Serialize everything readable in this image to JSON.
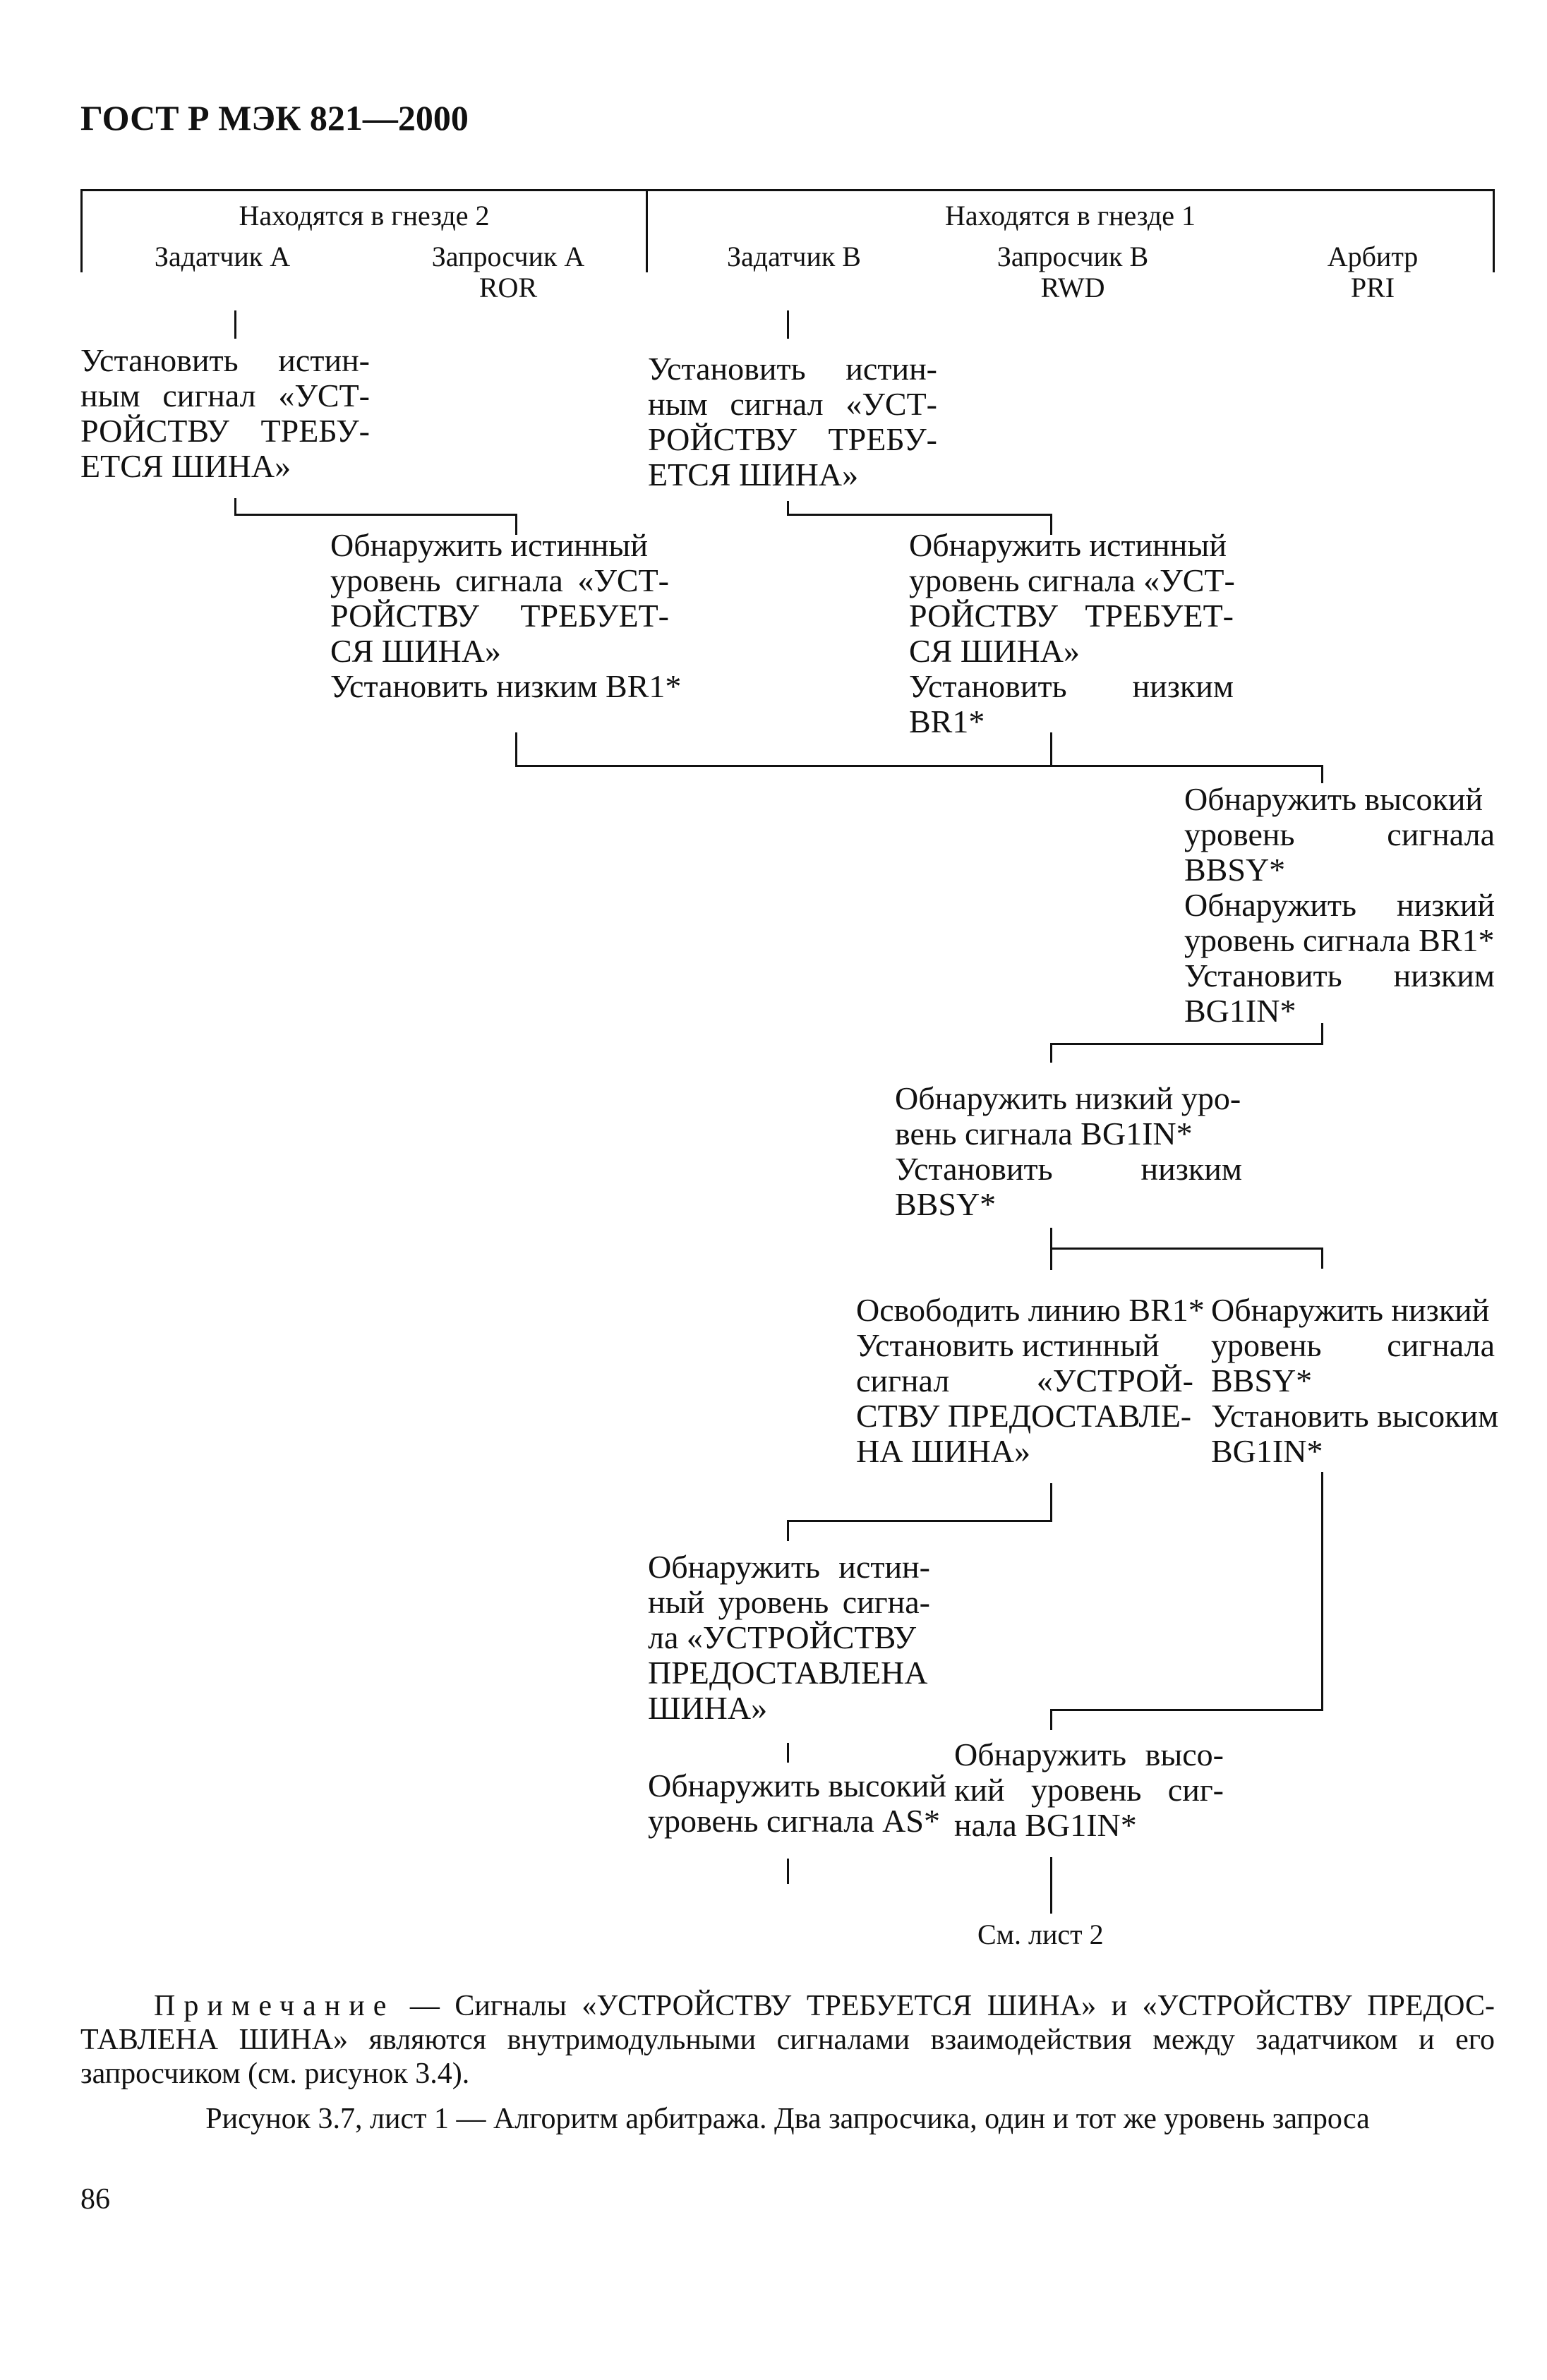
{
  "doc_header": "ГОСТ Р МЭК 821—2000",
  "table_header": {
    "group_slot2": "Находятся в гнезде 2",
    "group_slot1": "Находятся в гнезде 1",
    "col_master_a": "Задатчик А",
    "col_requester_a": "Запросчик А",
    "col_requester_a_code": "ROR",
    "col_master_b": "Задатчик В",
    "col_requester_b": "Запросчик В",
    "col_requester_b_code": "RWD",
    "col_arbiter": "Арбитр",
    "col_arbiter_code": "PRI"
  },
  "steps": {
    "a1": [
      "Установить истин-",
      "ным сигнал «УСТ-",
      "РОЙСТВУ ТРЕБУ-",
      "ЕТСЯ ШИНА»"
    ],
    "b1": [
      "Установить истин-",
      "ным сигнал «УСТ-",
      "РОЙСТВУ ТРЕБУ-",
      "ЕТСЯ ШИНА»"
    ],
    "ra1": [
      "Обнаружить истинный",
      "уровень сигнала «УСТ-",
      "РОЙСТВУ ТРЕБУЕТ-",
      "СЯ ШИНА»",
      "Установить низким BR1*"
    ],
    "rb1": [
      "Обнаружить истинный",
      "уровень сигнала «УСТ-",
      "РОЙСТВУ ТРЕБУЕТ-",
      "СЯ ШИНА»",
      "Установить низким",
      "BR1*"
    ],
    "arb1": [
      "Обнаружить высокий",
      "уровень сигнала",
      "BBSY*",
      "Обнаружить низкий",
      "уровень сигнала BR1*",
      "Установить низким",
      "BG1IN*"
    ],
    "rb2": [
      "Обнаружить низкий уро-",
      "вень сигнала BG1IN*",
      "Установить низким",
      "BBSY*"
    ],
    "rb3": [
      "Освободить линию BR1*",
      "Установить истинный",
      "сигнал «УСТРОЙ-",
      "СТВУ ПРЕДОСТАВЛЕ-",
      "НА ШИНА»"
    ],
    "arb2": [
      "Обнаружить низкий",
      "уровень сигнала",
      "BBSY*",
      "Установить высоким",
      "BG1IN*"
    ],
    "b2": [
      "Обнаружить истин-",
      "ный уровень сигна-",
      "ла «УСТРОЙСТВУ",
      "ПРЕДОСТАВЛЕНА",
      "ШИНА»"
    ],
    "b3": [
      "Обнаружить высокий",
      "уровень сигнала AS*"
    ],
    "rb4": [
      "Обнаружить высо-",
      "кий уровень сиг-",
      "нала BG1IN*"
    ]
  },
  "continue_label": "См. лист 2",
  "note": {
    "label": "Примечание",
    "text": " — Сигналы «УСТРОЙСТВУ ТРЕБУЕТСЯ ШИНА» и «УСТРОЙСТВУ ПРЕДОС-",
    "line2": "ТАВЛЕНА ШИНА» являются внутримодульными сигналами взаимодействия между задатчиком и его",
    "line3": "запросчиком (см. рисунок 3.4)."
  },
  "caption": "Рисунок 3.7, лист 1 — Алгоритм арбитража. Два запросчика, один и тот же уровень запроса",
  "page_number": "86"
}
